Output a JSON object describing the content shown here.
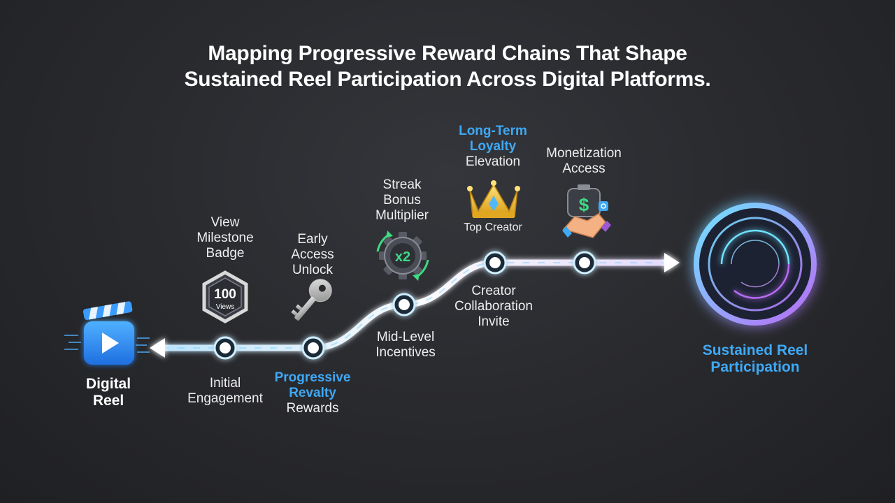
{
  "title": {
    "line1": "Mapping Progressive Reward Chains That Shape",
    "line2": "Sustained Reel Participation Across Digital Platforms."
  },
  "start": {
    "label_line1": "Digital",
    "label_line2": "Reel",
    "icon": "clapperboard-play-icon"
  },
  "end": {
    "label_line1": "Sustained Reel",
    "label_line2": "Participation",
    "icon": "glowing-ring-icon"
  },
  "stages": {
    "initial": {
      "line1": "Initial",
      "line2": "Engagement"
    },
    "progressive": {
      "line1": "Progressive",
      "line2": "Revalty",
      "line3": "Rewards"
    },
    "mid": {
      "line1": "Mid-Level",
      "line2": "Incentives"
    },
    "collab": {
      "line1": "Creator",
      "line2": "Collaboration",
      "line3": "Invite"
    }
  },
  "rewards": {
    "badge": {
      "line1": "View",
      "line2": "Milestone",
      "line3": "Badge",
      "badge_number": "100",
      "badge_text": "Views",
      "icon": "hexagon-badge-icon"
    },
    "early": {
      "line1": "Early",
      "line2": "Access",
      "line3": "Unlock",
      "icon": "key-icon"
    },
    "streak": {
      "line1": "Streak",
      "line2": "Bonus",
      "line3": "Multiplier",
      "icon_text": "x2",
      "icon": "gear-multiplier-icon"
    },
    "loyalty": {
      "line1": "Long-Term",
      "line2": "Loyalty",
      "line3": "Elevation",
      "caption": "Top Creator",
      "icon": "crown-icon"
    },
    "monetization": {
      "line1": "Monetization",
      "line2": "Access",
      "icon_text": "$",
      "icon": "handshake-money-icon"
    }
  },
  "colors": {
    "accent_blue": "#3fa9f5",
    "ring_cyan": "#6fe3ff",
    "ring_purple": "#b86cf5",
    "reel_blue": "#2f8cf0",
    "gold": "#f5c23a"
  }
}
